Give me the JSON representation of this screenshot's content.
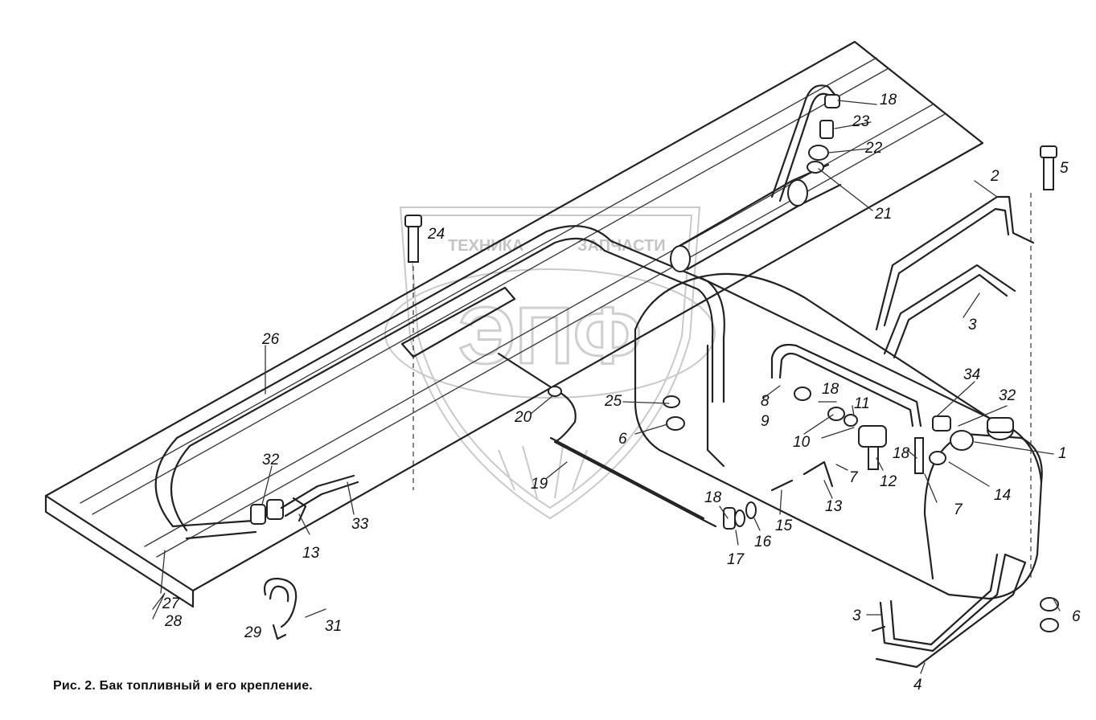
{
  "caption": "Рис. 2. Бак топливный и его крепление.",
  "watermark": {
    "top_text": "ТЕХНИКА",
    "top_text_right": "ЗАПЧАСТИ",
    "logo": "ЭПФ"
  },
  "part_labels": [
    "1",
    "2",
    "3",
    "3",
    "4",
    "5",
    "6",
    "6",
    "7",
    "7",
    "8",
    "9",
    "10",
    "11",
    "12",
    "13",
    "13",
    "14",
    "15",
    "16",
    "17",
    "18",
    "18",
    "18",
    "18",
    "19",
    "20",
    "21",
    "22",
    "23",
    "24",
    "25",
    "26",
    "27",
    "28",
    "29",
    "31",
    "32",
    "32",
    "33",
    "34"
  ]
}
